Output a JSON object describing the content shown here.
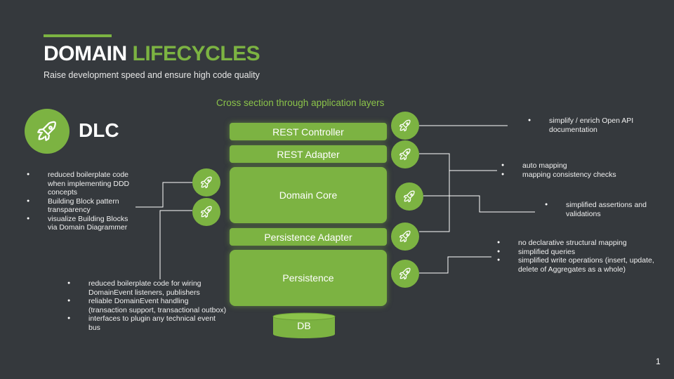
{
  "header": {
    "title_main": "DOMAIN",
    "title_highlight": "LIFECYCLES",
    "subtitle": "Raise development speed and ensure high code quality"
  },
  "diagram": {
    "section_title": "Cross section through application layers",
    "layers": [
      "REST Controller",
      "REST Adapter",
      "Domain Core",
      "Persistence Adapter",
      "Persistence"
    ],
    "db_label": "DB"
  },
  "brand": {
    "label": "DLC",
    "icon": "rocket-icon"
  },
  "annotations": {
    "left": [
      "reduced boilerplate code when implementing DDD concepts",
      "Building Block pattern transparency",
      "visualize Building Blocks via Domain Diagrammer"
    ],
    "bottom": [
      "reduced boilerplate code for wiring DomainEvent  listeners, publishers",
      "reliable DomainEvent handling (transaction support, transactional outbox)",
      "interfaces to plugin any technical event bus"
    ],
    "rest_controller": [
      "simplify / enrich Open API documentation"
    ],
    "rest_adapter": [
      "auto mapping",
      "mapping consistency checks"
    ],
    "domain_core": [
      "simplified assertions and validations"
    ],
    "persistence": [
      "no declarative structural mapping",
      "simplified queries",
      "simplified write operations (insert, update, delete of Aggregates as a whole)"
    ]
  },
  "colors": {
    "background": "#35393d",
    "accent": "#7cb342"
  },
  "page_number": "1"
}
